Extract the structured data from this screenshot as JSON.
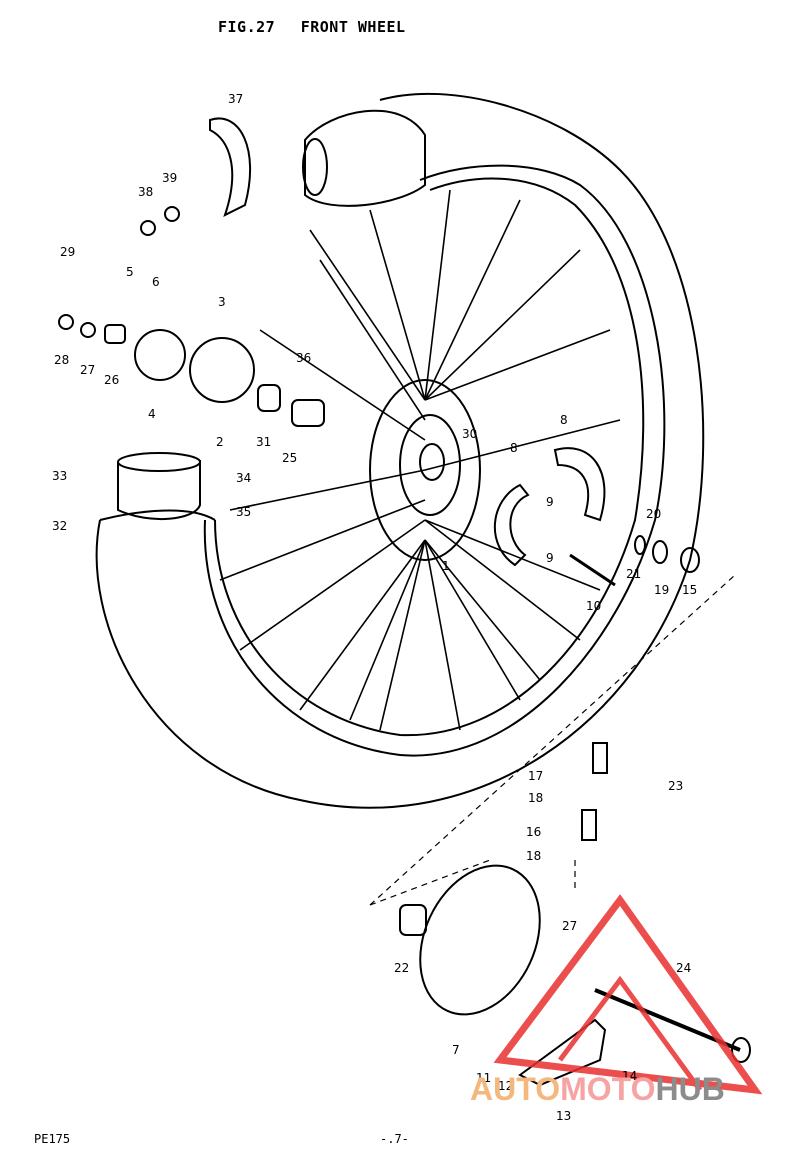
{
  "title": {
    "fig": "FIG.27",
    "name": "FRONT WHEEL"
  },
  "footer": {
    "model": "PE175",
    "page": "-.7-"
  },
  "watermark": {
    "part1": "AUTO",
    "part2": "MOTO",
    "part3": "HUB"
  },
  "callouts": [
    "1",
    "2",
    "3",
    "4",
    "5",
    "6",
    "7",
    "8",
    "8",
    "9",
    "9",
    "10",
    "11",
    "12",
    "13",
    "14",
    "15",
    "16",
    "17",
    "18",
    "18",
    "19",
    "20",
    "21",
    "22",
    "23",
    "24",
    "25",
    "26",
    "27",
    "27",
    "28",
    "29",
    "30",
    "31",
    "32",
    "33",
    "34",
    "35",
    "36",
    "37",
    "38",
    "39"
  ],
  "colors": {
    "line": "#000000",
    "watermark_red": "#e8302f",
    "watermark_orange": "#f4b77d",
    "watermark_gray": "#8c8c8c"
  }
}
